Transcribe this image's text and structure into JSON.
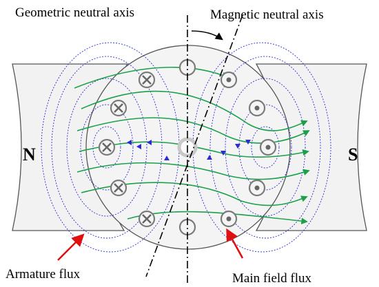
{
  "labels": {
    "geometric_axis": "Geometric neutral axis",
    "magnetic_axis": "Magnetic neutral axis",
    "armature_flux": "Armature flux",
    "main_field_flux": "Main field flux",
    "north_pole": "N",
    "south_pole": "S"
  },
  "colors": {
    "pole_fill": "#f2f2f2",
    "rotor_fill": "#f4f4f4",
    "outline": "#555555",
    "conductor_ring": "#7a7a7a",
    "conductor_mark": "#666666",
    "armature_flux_line": "#2a2ad6",
    "main_flux_line": "#1aa04a",
    "pointer_arrow": "#e01010",
    "axis_line": "#000000"
  },
  "conductors": {
    "into_page": 5,
    "out_of_page": 5,
    "empty": 2
  }
}
